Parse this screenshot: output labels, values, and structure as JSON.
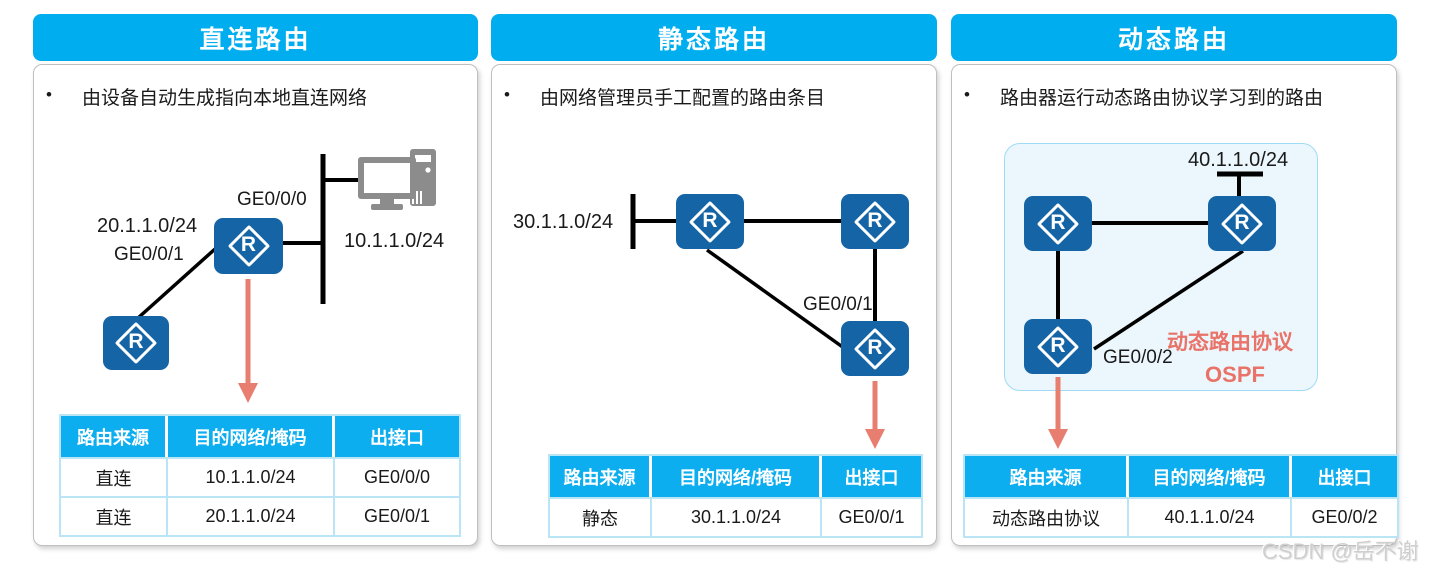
{
  "page": {
    "watermark": "CSDN @岳不谢",
    "bullet_char": "•",
    "router_letter": "R"
  },
  "colors": {
    "header_bg": "#00AEEF",
    "router_blue": "#1565A6",
    "arrow_red": "#E87E70",
    "protocol_red": "#E97368",
    "table_border": "#B9E5F7",
    "cloud_fill": "#EBF7FD"
  },
  "icons": {
    "router": "router-icon",
    "pc": "desktop-pc-icon",
    "arrow": "down-arrow-icon"
  },
  "panels": [
    {
      "title": "直连路由",
      "bullet": "由设备自动生成指向本地直连网络",
      "diagram": {
        "port_top": "GE0/0/0",
        "net_left": "20.1.1.0/24",
        "port_left": "GE0/0/1",
        "net_right": "10.1.1.0/24"
      },
      "table": {
        "headers": [
          "路由来源",
          "目的网络/掩码",
          "出接口"
        ],
        "rows": [
          [
            "直连",
            "10.1.1.0/24",
            "GE0/0/0"
          ],
          [
            "直连",
            "20.1.1.0/24",
            "GE0/0/1"
          ]
        ]
      }
    },
    {
      "title": "静态路由",
      "bullet": "由网络管理员手工配置的路由条目",
      "diagram": {
        "net_left": "30.1.1.0/24",
        "port_label": "GE0/0/1"
      },
      "table": {
        "headers": [
          "路由来源",
          "目的网络/掩码",
          "出接口"
        ],
        "rows": [
          [
            "静态",
            "30.1.1.0/24",
            "GE0/0/1"
          ]
        ]
      }
    },
    {
      "title": "动态路由",
      "bullet": "路由器运行动态路由协议学习到的路由",
      "diagram": {
        "net_top": "40.1.1.0/24",
        "port_label": "GE0/0/2",
        "protocol_title": "动态路由协议",
        "protocol_name": "OSPF"
      },
      "table": {
        "headers": [
          "路由来源",
          "目的网络/掩码",
          "出接口"
        ],
        "rows": [
          [
            "动态路由协议",
            "40.1.1.0/24",
            "GE0/0/2"
          ]
        ]
      }
    }
  ]
}
